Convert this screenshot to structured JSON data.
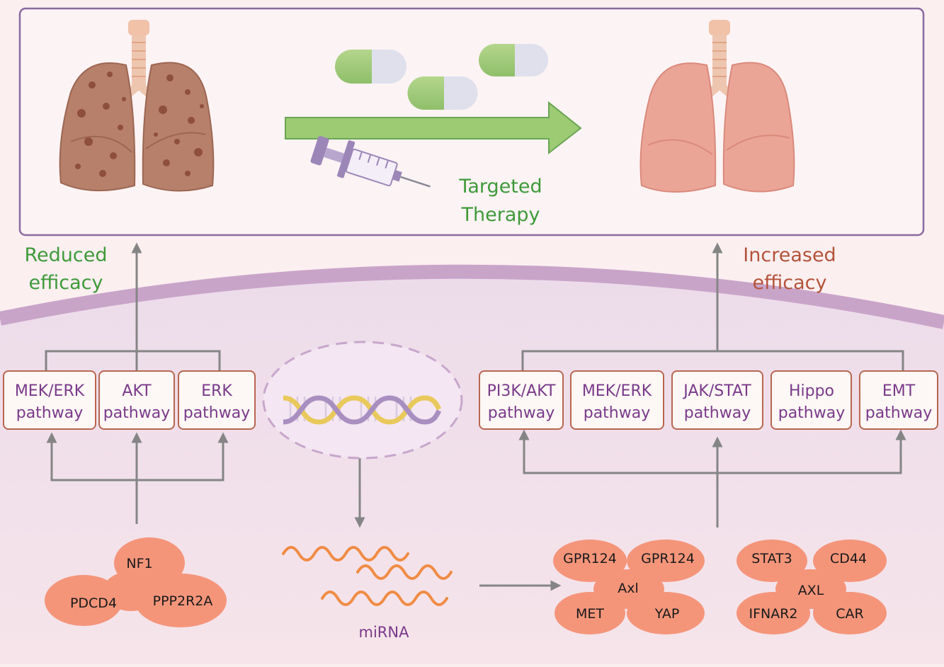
{
  "top_panel": {
    "therapy_label": [
      "Targeted",
      "Therapy"
    ]
  },
  "outcomes": {
    "reduced": [
      "Reduced",
      "efficacy"
    ],
    "increased": [
      "Increased",
      "efficacy"
    ]
  },
  "left_pathways": [
    [
      "MEK/ERK",
      "pathway"
    ],
    [
      "AKT",
      "pathway"
    ],
    [
      "ERK",
      "pathway"
    ]
  ],
  "right_pathways": [
    [
      "PI3K/AKT",
      "pathway"
    ],
    [
      "MEK/ERK",
      "pathway"
    ],
    [
      "JAK/STAT",
      "pathway"
    ],
    [
      "Hippo",
      "pathway"
    ],
    [
      "EMT",
      "pathway"
    ]
  ],
  "left_targets": [
    "NF1",
    "PDCD4",
    "PPP2R2A"
  ],
  "center": {
    "mirna_label": "miRNA"
  },
  "right_targets_a": [
    "GPR124",
    "GPR124",
    "Axl",
    "MET",
    "YAP"
  ],
  "right_targets_b": [
    "STAT3",
    "CD44",
    "AXL",
    "IFNAR2",
    "CAR"
  ],
  "colors": {
    "green": "#3f9a3a",
    "rust": "#b4533a",
    "purple": "#7a3a8a",
    "box_border": "#b8664f",
    "blob": "#f4957a",
    "arrow": "#858585"
  }
}
